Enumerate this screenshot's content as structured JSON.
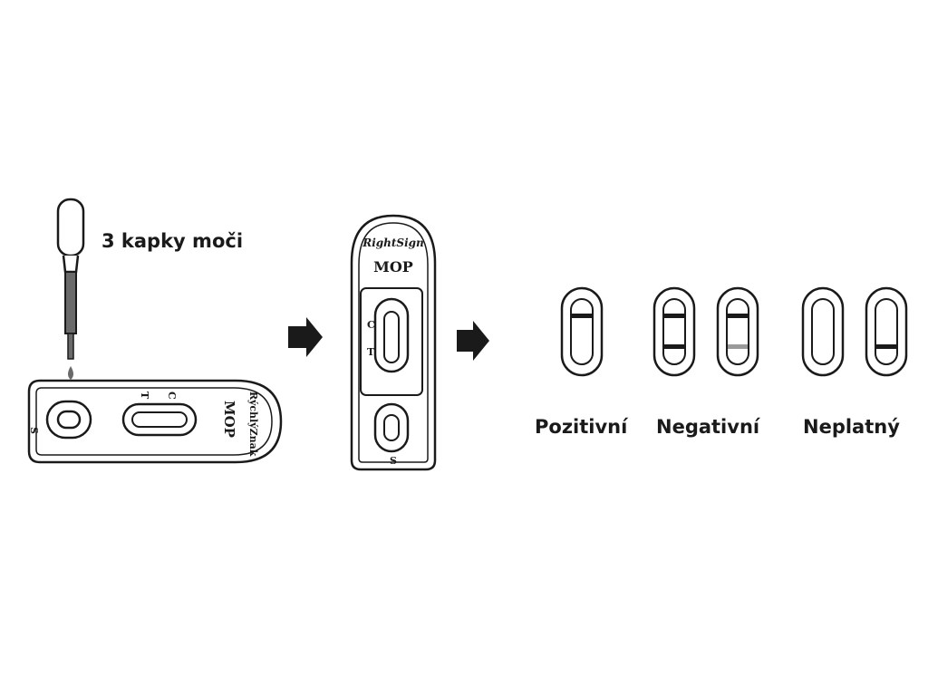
{
  "instruction": {
    "text": "3 kapky moči"
  },
  "cassette_horizontal": {
    "brand": "RýchlýZnak",
    "product": "MOP",
    "sample_label": "S",
    "control_label": "C",
    "test_label": "T"
  },
  "cassette_vertical": {
    "brand": "RightSign",
    "product": "MOP",
    "sample_label": "S",
    "control_label": "C",
    "test_label": "T"
  },
  "results": {
    "positive_label": "Pozitivní",
    "negative_label": "Negativní",
    "invalid_label": "Neplatný"
  },
  "colors": {
    "ink": "#1a1a1a",
    "faint_line": "#9a9a9a",
    "liquid": "#6a6a6a"
  }
}
